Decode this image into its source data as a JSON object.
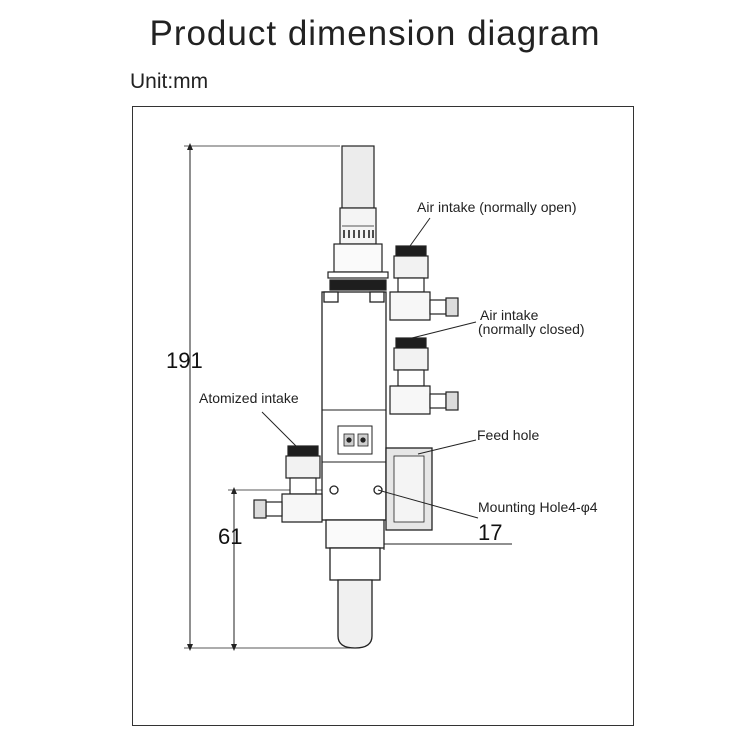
{
  "header": {
    "title": "Product dimension diagram",
    "unit": "Unit:mm"
  },
  "callouts": {
    "air_intake_open": "Air intake (normally open)",
    "air_intake_closed_line1": "Air intake",
    "air_intake_closed_line2": "(normally closed)",
    "atomized_intake": "Atomized intake",
    "feed_hole": "Feed hole",
    "mounting_hole": "Mounting Hole4-φ4"
  },
  "dimensions": {
    "total_height": "191",
    "lower_height": "61",
    "body_width": "17"
  }
}
